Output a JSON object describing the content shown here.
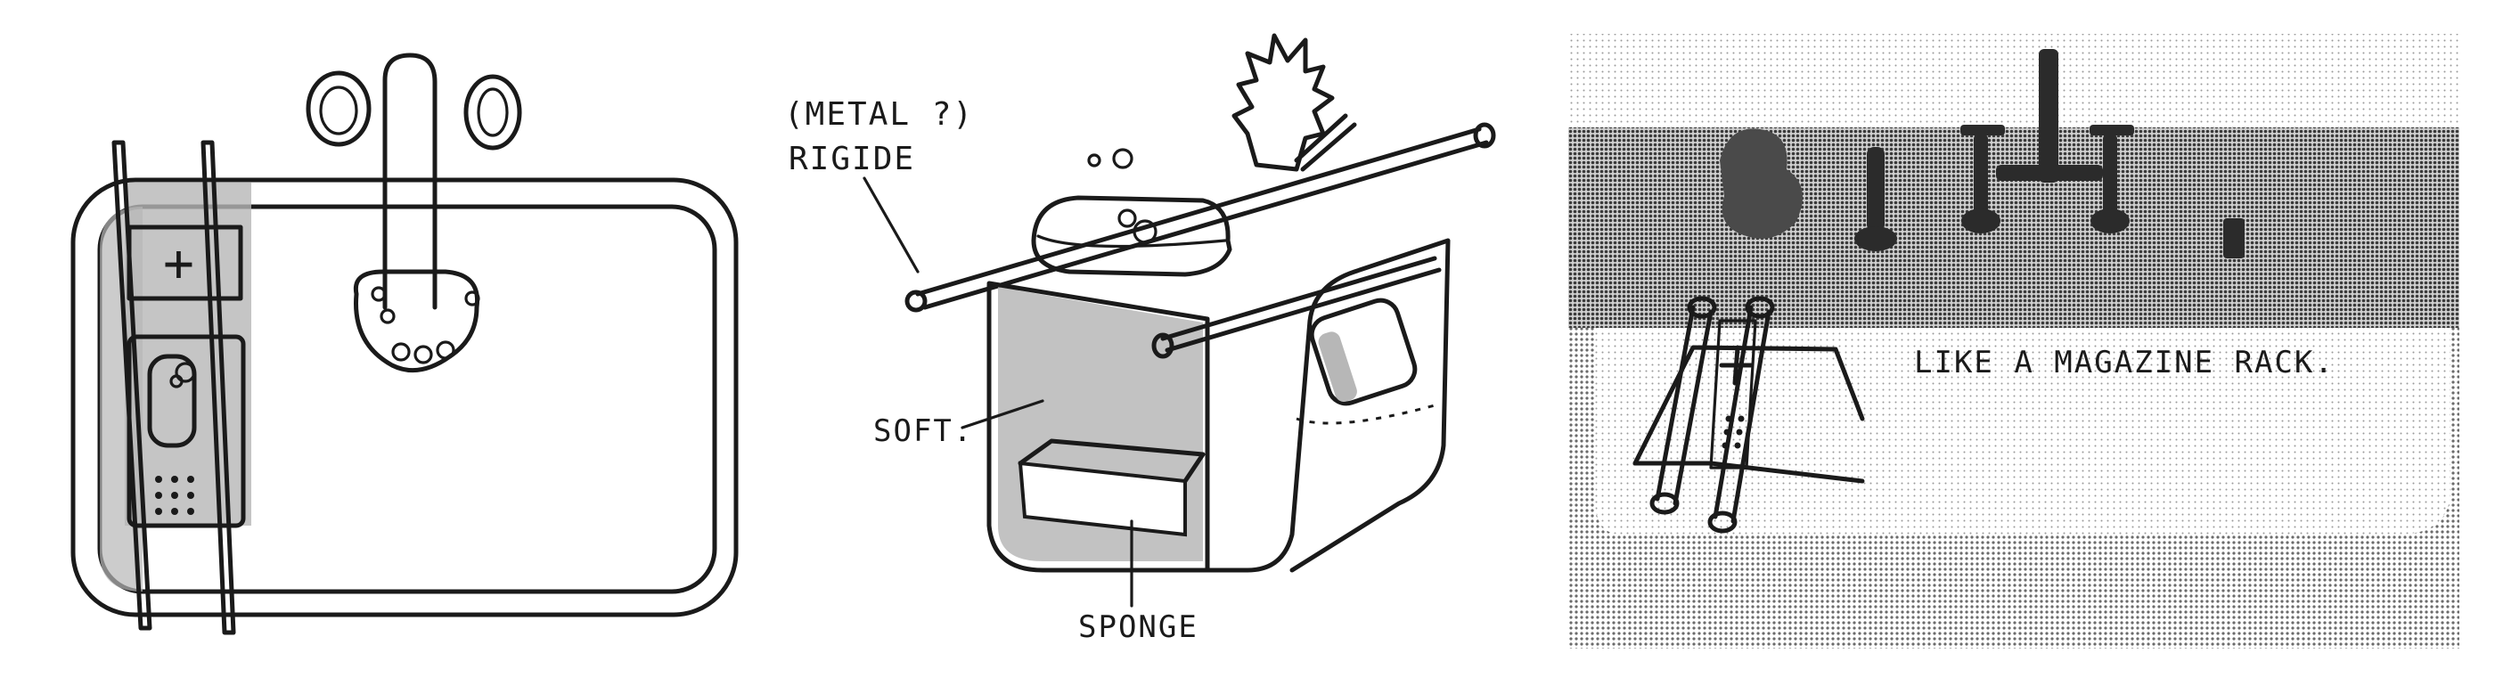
{
  "sketch1": {
    "plus_mark": "+"
  },
  "sketch2": {
    "label_metal": "(METAL ?)",
    "label_rigide": "RIGIDE",
    "label_soft": "SOFT.",
    "label_sponge": "SPONGE"
  },
  "photo": {
    "label_caption": "LIKE A MAGAZINE RACK."
  },
  "colors": {
    "ink": "#1a1a1a",
    "shade": "#b7b7b7",
    "photo_tone": "#8a8a8a"
  }
}
